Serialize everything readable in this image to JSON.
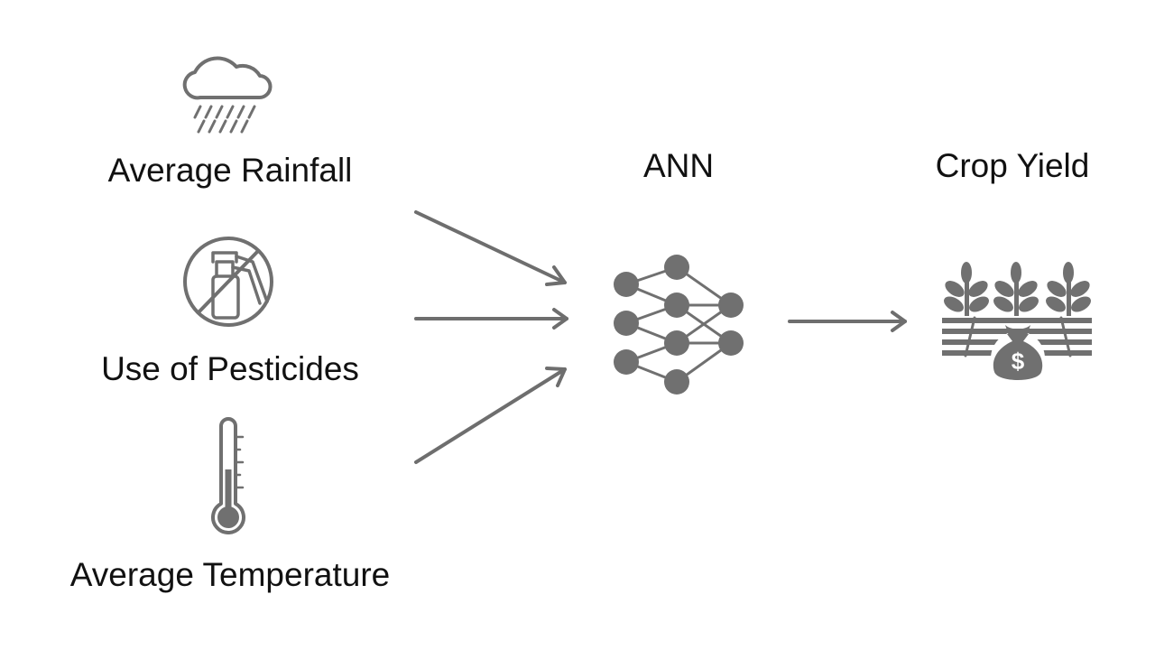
{
  "inputs": {
    "rainfall": {
      "label": "Average Rainfall",
      "icon": "rain-cloud-icon"
    },
    "pesticides": {
      "label": "Use of Pesticides",
      "icon": "pesticide-spray-icon"
    },
    "temperature": {
      "label": "Average Temperature",
      "icon": "thermometer-icon"
    }
  },
  "model": {
    "label": "ANN",
    "icon": "neural-network-icon"
  },
  "output": {
    "label": "Crop Yield",
    "icon": "crop-yield-icon",
    "currency_symbol": "$"
  },
  "colors": {
    "icon": "#707070",
    "text": "#111111",
    "background": "#ffffff"
  }
}
